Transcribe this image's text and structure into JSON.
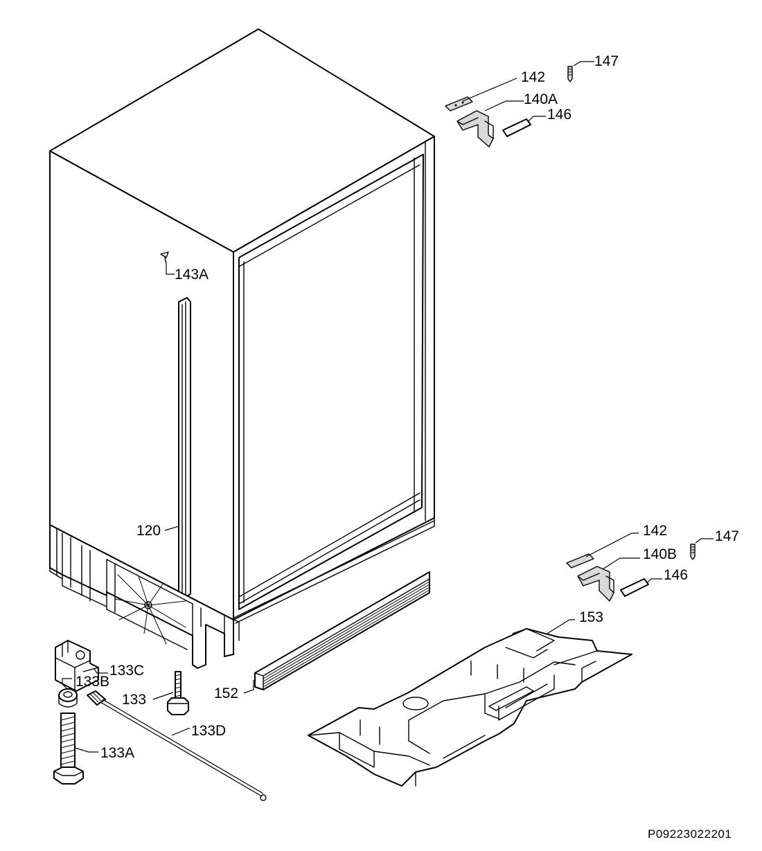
{
  "labels": {
    "l120": "120",
    "l133": "133",
    "l133A": "133A",
    "l133B": "133B",
    "l133C": "133C",
    "l133D": "133D",
    "l140A": "140A",
    "l140B": "140B",
    "l142_top": "142",
    "l142_bottom": "142",
    "l143A": "143A",
    "l146_top": "146",
    "l146_bottom": "146",
    "l147_top": "147",
    "l147_bottom": "147",
    "l152": "152",
    "l153": "153"
  },
  "reference": "P09223022201"
}
